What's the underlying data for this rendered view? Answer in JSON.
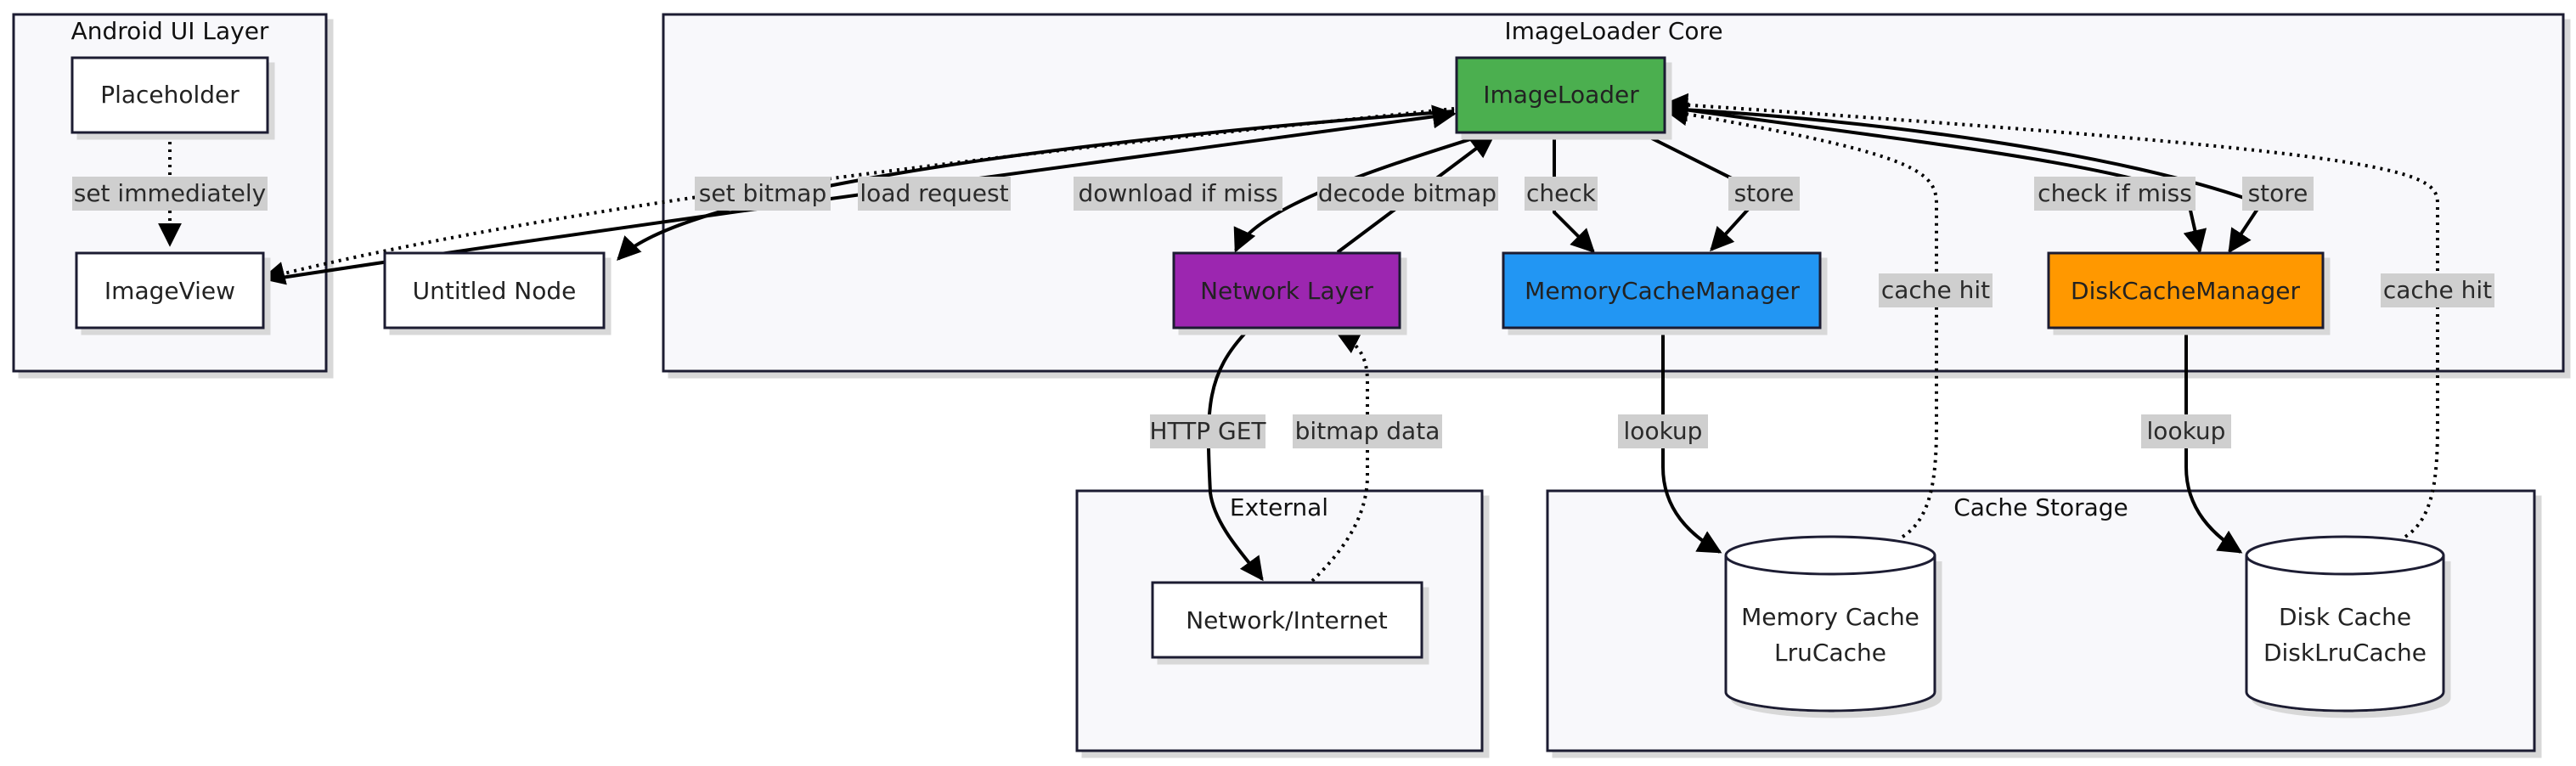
{
  "clusters": {
    "android_ui": {
      "title": "Android UI Layer"
    },
    "core": {
      "title": "ImageLoader Core"
    },
    "external": {
      "title": "External"
    },
    "cache_storage": {
      "title": "Cache Storage"
    }
  },
  "nodes": {
    "placeholder": {
      "label": "Placeholder"
    },
    "imageview": {
      "label": "ImageView"
    },
    "untitled": {
      "label": "Untitled Node"
    },
    "imageloader": {
      "label": "ImageLoader",
      "fill": "#4caf50"
    },
    "network_layer": {
      "label": "Network Layer",
      "fill": "#9c27b0"
    },
    "memory_cache_manager": {
      "label": "MemoryCacheManager",
      "fill": "#2196f3"
    },
    "disk_cache_manager": {
      "label": "DiskCacheManager",
      "fill": "#ff9800"
    },
    "network_internet": {
      "label": "Network/Internet"
    },
    "memory_cache": {
      "label_line1": "Memory Cache",
      "label_line2": "LruCache"
    },
    "disk_cache": {
      "label_line1": "Disk Cache",
      "label_line2": "DiskLruCache"
    }
  },
  "edges": {
    "set_immediately": "set immediately",
    "set_bitmap": "set bitmap",
    "load_request": "load request",
    "download_if_miss": "download if miss",
    "decode_bitmap": "decode bitmap",
    "check": "check",
    "store_memory": "store",
    "cache_hit_memory": "cache hit",
    "check_if_miss": "check if miss",
    "store_disk": "store",
    "cache_hit_disk": "cache hit",
    "http_get": "HTTP GET",
    "bitmap_data": "bitmap data",
    "lookup_memory": "lookup",
    "lookup_disk": "lookup"
  },
  "colors": {
    "cluster_fill": "#f8f8fb",
    "cluster_border": "#1d1d33",
    "edge_label_bg": "#cfcfcf",
    "node_fill": "#ffffff"
  }
}
